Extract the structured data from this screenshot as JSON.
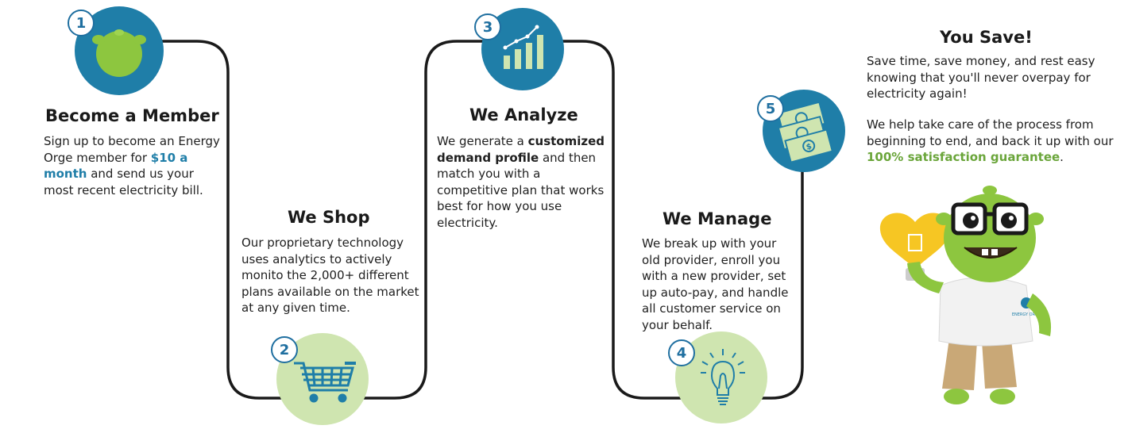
{
  "steps": [
    {
      "number": "1",
      "title": "Become a Member",
      "text_before": "Sign up to become an Energy Orge member for ",
      "highlight": "$10 a month",
      "text_after": " and send us your most recent electricity bill.",
      "icon": "orge-head-icon"
    },
    {
      "number": "2",
      "title": "We Shop",
      "text": "Our proprietary technology uses analytics to actively monito the 2,000+ different plans available on the market at any given time.",
      "icon": "shopping-cart-icon"
    },
    {
      "number": "3",
      "title": "We Analyze",
      "text_before": "We generate a ",
      "highlight": "customized demand profile",
      "text_after": " and then match you with a competitive plan that works best for how you use electricity.",
      "icon": "growth-chart-icon"
    },
    {
      "number": "4",
      "title": "We Manage",
      "text": "We break up with your old provider, enroll you with a new provider, set up auto-pay, and handle all customer service on your behalf.",
      "icon": "lightbulb-icon"
    },
    {
      "number": "5",
      "title": "You Save!",
      "text1": "Save time, save money, and rest easy knowing that you'll never overpay for electricity again!",
      "text2_before": "We help take care of the process from beginning to end, and back it up with our ",
      "highlight": "100% satisfaction guarantee",
      "text2_after": ".",
      "icon": "money-stack-icon"
    }
  ],
  "mascot": {
    "shirt_logo": "ENERGY ORGE",
    "icon": "orge-mascot-icon"
  },
  "colors": {
    "dark_blue": "#1f7ea8",
    "light_green": "#cfe5b0",
    "accent_green": "#6aa53a",
    "path_line": "#1a1a1a"
  }
}
